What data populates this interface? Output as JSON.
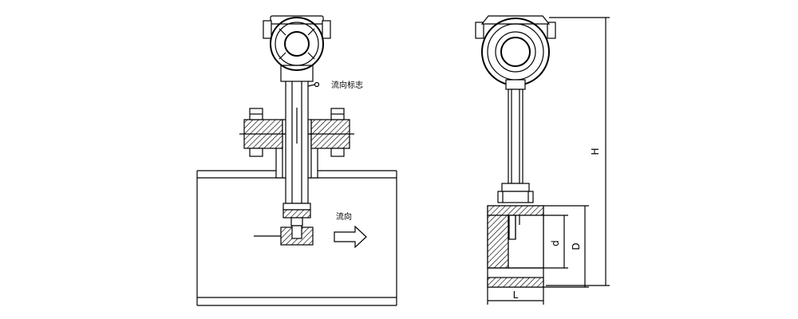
{
  "labels": {
    "flow_mark": "流向标志",
    "flow_direction": "流向"
  },
  "dimensions": {
    "height": "H",
    "inner_diameter": "d",
    "outer_diameter": "D",
    "length": "L"
  }
}
